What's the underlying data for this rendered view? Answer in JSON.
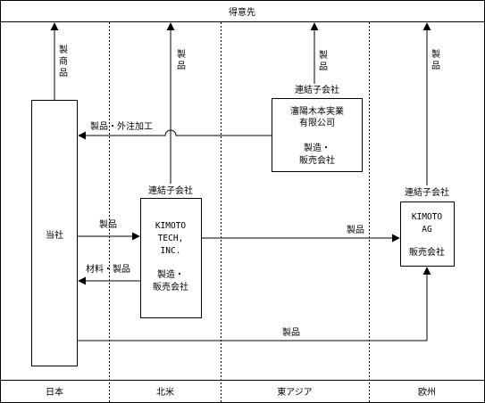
{
  "header": {
    "title": "得意先"
  },
  "regions": [
    "日本",
    "北米",
    "東アジア",
    "欧州"
  ],
  "entities": {
    "self": {
      "name": "当社"
    },
    "us_sub": {
      "tag": "連結子会社",
      "name": [
        "KIMOTO",
        "TECH,",
        "INC."
      ],
      "role": [
        "製造・",
        "販売会社"
      ]
    },
    "china_sub": {
      "tag": "連結子会社",
      "name": [
        "瀋陽木本実業",
        "有限公司"
      ],
      "role": [
        "製造・",
        "販売会社"
      ]
    },
    "eu_sub": {
      "tag": "連結子会社",
      "name": [
        "KIMOTO",
        "AG"
      ],
      "role": [
        "販売会社"
      ]
    }
  },
  "flows": {
    "self_to_customer": [
      "製",
      "商",
      "品"
    ],
    "us_to_customer": [
      "製",
      "品"
    ],
    "china_to_customer": [
      "製",
      "品"
    ],
    "eu_to_customer": [
      "製",
      "品"
    ],
    "china_to_self": "製品・外注加工",
    "self_to_us": "製品",
    "us_to_self": "材料・製品",
    "us_to_eu": "製品",
    "self_to_eu": "製品"
  }
}
